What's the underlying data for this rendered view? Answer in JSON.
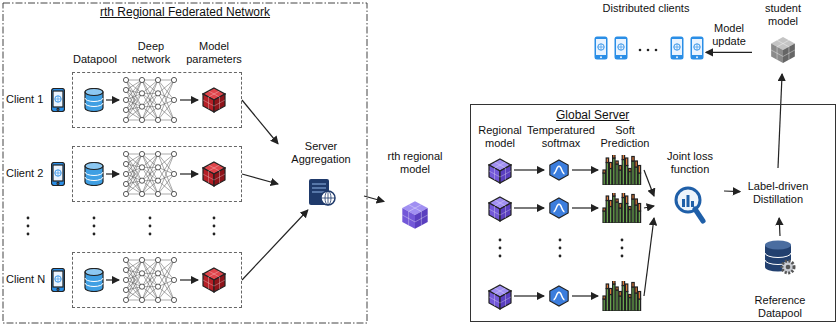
{
  "diagram": {
    "nodes": [
      {
        "text": [
          "rth Regional Federated Network"
        ]
      },
      {
        "text": [
          "Client 1"
        ],
        "in": 0
      },
      {
        "text": [
          "Client 2"
        ],
        "in": 0
      },
      {
        "text": [
          "Client N"
        ],
        "in": 0
      },
      {
        "text": [
          "Server Aggregation"
        ],
        "in": 0
      },
      {
        "text": [
          "rth regional model"
        ]
      },
      {
        "text": [
          "Distributed clients"
        ]
      },
      {
        "text": [
          "student model"
        ]
      },
      {
        "text": [
          "Global Server"
        ]
      },
      {
        "text": [
          "Joint loss function"
        ],
        "in": 8
      },
      {
        "text": [
          "Label-driven Distillation"
        ],
        "in": 8
      },
      {
        "text": [
          "Reference Datapool"
        ],
        "in": 8
      }
    ],
    "edges": [
      {
        "from": 1,
        "to": 4,
        "arrow": "to"
      },
      {
        "from": 2,
        "to": 4,
        "arrow": "to"
      },
      {
        "from": 3,
        "to": 4,
        "arrow": "to"
      },
      {
        "from": 4,
        "to": 5,
        "arrow": "to"
      },
      {
        "from": 7,
        "to": 6,
        "label": "Model update",
        "arrow": "to"
      },
      {
        "from": 9,
        "to": 10,
        "arrow": "to"
      },
      {
        "from": 11,
        "to": 10,
        "arrow": "to"
      },
      {
        "from": 10,
        "to": 7,
        "arrow": "to"
      }
    ],
    "labels": [
      "Datapool",
      "Deep network",
      "Model parameters",
      "Regional model",
      "Temperatured softmax",
      "Soft Prediction"
    ]
  }
}
